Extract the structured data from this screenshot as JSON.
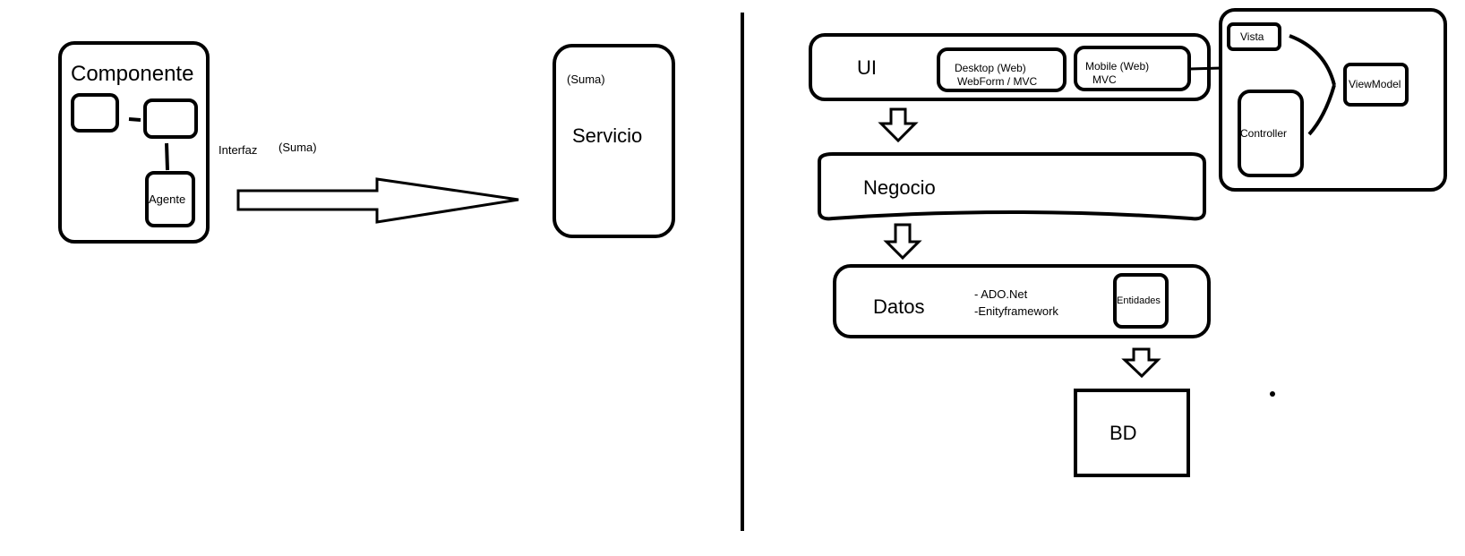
{
  "left": {
    "componente": {
      "title": "Componente",
      "agente_label": "Agente"
    },
    "interfaz_label": "Interfaz",
    "suma_label": "(Suma)",
    "servicio": {
      "suma_label": "(Suma)",
      "title": "Servicio"
    }
  },
  "right": {
    "ui": {
      "title": "UI",
      "desktop": {
        "line1": "Desktop (Web)",
        "line2": "WebForm / MVC"
      },
      "mobile": {
        "line1": "Mobile (Web)",
        "line2": "MVC"
      }
    },
    "mvc": {
      "vista": "Vista",
      "controller": "Controller",
      "viewmodel": "ViewModel"
    },
    "negocio": {
      "title": "Negocio"
    },
    "datos": {
      "title": "Datos",
      "tech1": "- ADO.Net",
      "tech2": "-Enityframework",
      "entidades": "Entidades"
    },
    "bd": {
      "title": "BD"
    }
  }
}
